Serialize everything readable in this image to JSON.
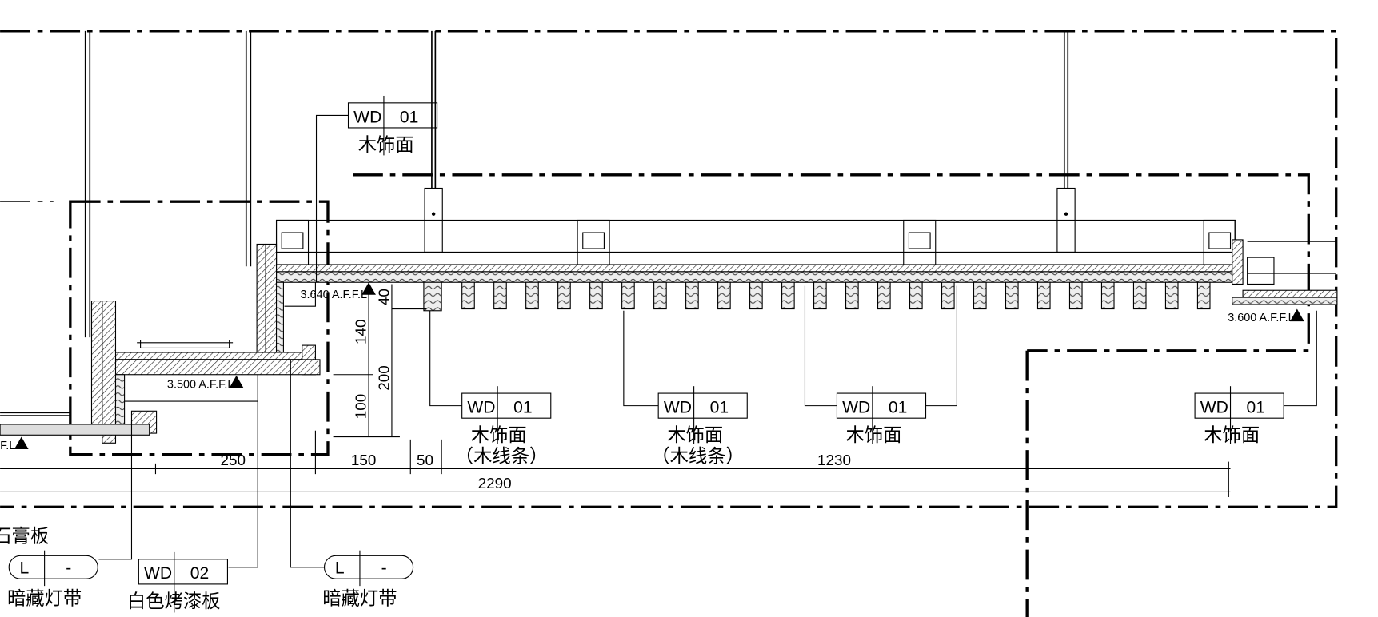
{
  "drawing": {
    "top_tag": {
      "code": "WD",
      "num": "01",
      "desc": "木饰面"
    },
    "levels": {
      "upper": "3.640 A.F.F.L",
      "lower": "3.500 A.F.F.L",
      "right": "3.600 A.F.F.L",
      "left_cut": "F.L"
    },
    "vertical_dims": {
      "d140": "140",
      "d40": "40",
      "d200": "200",
      "d100": "100"
    },
    "horizontal_dims": {
      "d250": "250",
      "d150": "150",
      "d50": "50",
      "d1230": "1230",
      "d2290": "2290"
    },
    "bottom_tags": [
      {
        "code": "WD",
        "num": "01",
        "desc": "木饰面",
        "sub": "（木线条）"
      },
      {
        "code": "WD",
        "num": "01",
        "desc": "木饰面",
        "sub": "（木线条）"
      },
      {
        "code": "WD",
        "num": "01",
        "desc": "木饰面"
      },
      {
        "code": "WD",
        "num": "01",
        "desc": "木饰面"
      }
    ],
    "lower_left": {
      "gypsum": "石膏板",
      "light1": {
        "code": "L",
        "num": "-",
        "desc": "暗藏灯带"
      },
      "paint": {
        "code": "WD",
        "num": "02",
        "desc": "白色烤漆板"
      },
      "light2": {
        "code": "L",
        "num": "-",
        "desc": "暗藏灯带"
      }
    }
  }
}
